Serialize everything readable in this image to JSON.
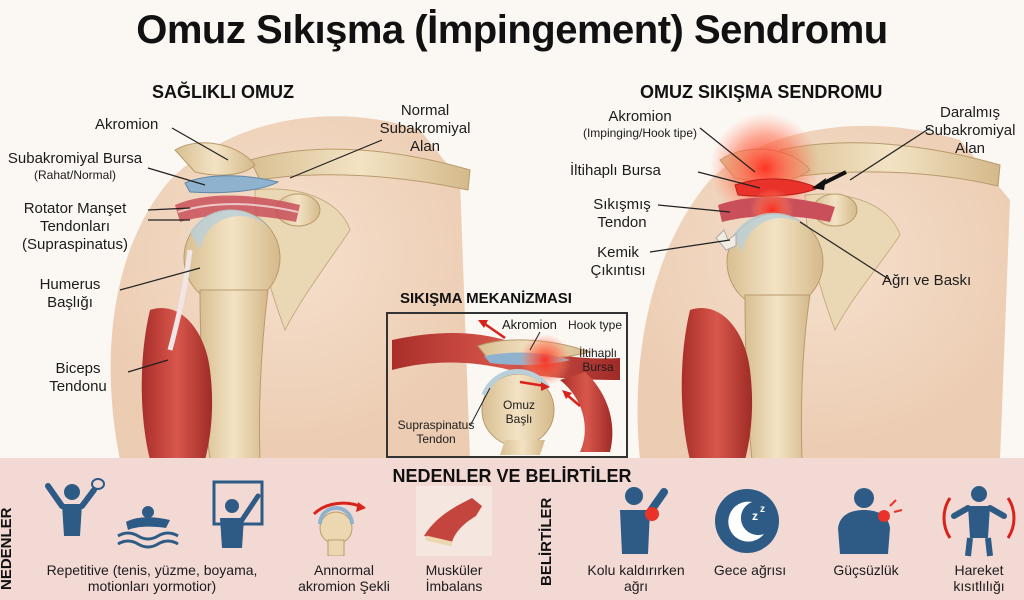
{
  "title": "Omuz Sıkışma (İmpingement) Sendromu",
  "healthy": {
    "heading": "SAĞLIKLI OMUZ",
    "labels": {
      "akromion": "Akromion",
      "bursa": "Subakromiyal Bursa",
      "bursa_sub": "(Rahat/Normal)",
      "rotator_1": "Rotator Manşet",
      "rotator_2": "Tendonları",
      "rotator_3": "(Supraspinatus)",
      "humerus_1": "Humerus",
      "humerus_2": "Başlığı",
      "biceps_1": "Biceps",
      "biceps_2": "Tendonu",
      "normal_1": "Normal",
      "normal_2": "Subakromiyal",
      "normal_3": "Alan"
    }
  },
  "syndrome": {
    "heading": "OMUZ SIKIŞMA SENDROMU",
    "labels": {
      "akromion": "Akromion",
      "akromion_sub": "(Impinging/Hook tipe)",
      "bursa": "İltihaplı Bursa",
      "tendon_1": "Sıkışmış",
      "tendon_2": "Tendon",
      "kemik_1": "Kemik",
      "kemik_2": "Çıkıntısı",
      "daralmis_1": "Daralmış",
      "daralmis_2": "Subakromiyal",
      "daralmis_3": "Alan",
      "agri": "Ağrı ve Baskı"
    }
  },
  "mechanism": {
    "heading": "SIKIŞMA MEKANİZMASI",
    "akromion": "Akromion",
    "hook": "Hook type",
    "bursa_1": "İltihaplı",
    "bursa_2": "Bursa",
    "omuz_1": "Omuz",
    "omuz_2": "Başlı",
    "supra_1": "Supraspinatus",
    "supra_2": "Tendon"
  },
  "bottom": {
    "heading": "NEDENLER VE BELİRTİLER",
    "nedenler_label": "NEDENLER",
    "belirtiler_label": "BELİRTİLER",
    "causes": [
      {
        "icon": "tennis-player-icon",
        "line1": "Repetitive (tenis, yüzme, boyama,",
        "line2": "motionları yormotior)"
      },
      {
        "icon": "bone-shoulder-icon",
        "line1": "Annormal",
        "line2": "akromion Şekli"
      },
      {
        "icon": "muscle-arm-icon",
        "line1": "Musküler",
        "line2": "İmbalans"
      }
    ],
    "symptoms": [
      {
        "icon": "arm-pain-icon",
        "line1": "Kolu kaldırırken",
        "line2": "ağrı"
      },
      {
        "icon": "moon-sleep-icon",
        "line1": "Gece ağrısı",
        "line2": ""
      },
      {
        "icon": "weak-shoulder-icon",
        "line1": "Güçsüzlük",
        "line2": ""
      },
      {
        "icon": "restricted-motion-icon",
        "line1": "Hareket",
        "line2": "kısıtlılığı"
      }
    ]
  },
  "colors": {
    "bone": "#ecd8b0",
    "cartilage": "#b9cfd9",
    "muscle": "#c4453e",
    "bursa": "#8fb3cf",
    "inflammation": "#e8322a",
    "icon_blue": "#2e5b86",
    "band": "#f3d9d4"
  }
}
